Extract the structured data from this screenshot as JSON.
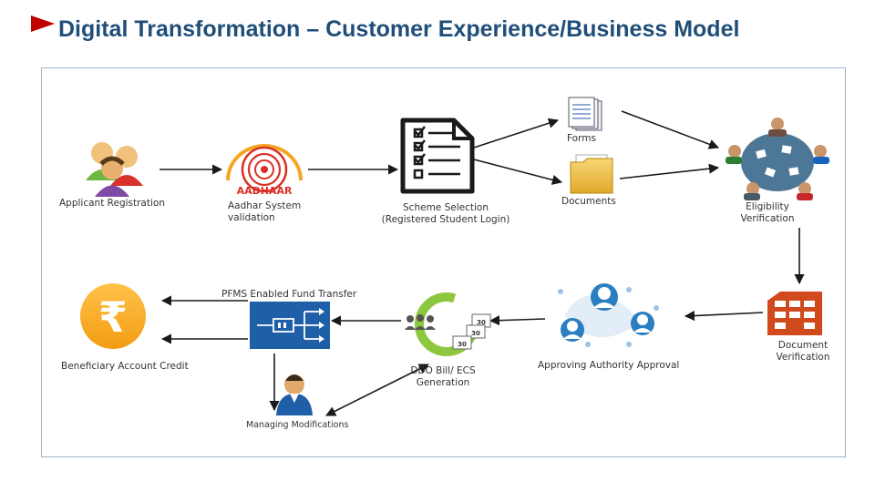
{
  "title": "Digital Transformation – Customer Experience/Business Model",
  "nodes": {
    "applicant": {
      "label": "Applicant Registration"
    },
    "aadhaar": {
      "logo_text": "AADHAAR",
      "lines": [
        "Aadhar System",
        "validation"
      ]
    },
    "scheme": {
      "lines": [
        "Scheme Selection",
        "(Registered Student  Login)"
      ]
    },
    "forms": {
      "label": "Forms"
    },
    "documents": {
      "label": "Documents"
    },
    "eligibility": {
      "lines": [
        "Eligibility",
        "Verification"
      ]
    },
    "doc_verification": {
      "lines": [
        "Document",
        "Verification"
      ]
    },
    "approving": {
      "label": "Approving Authority Approval"
    },
    "ddo": {
      "lines": [
        "DDO Bill/ ECS",
        "Generation"
      ]
    },
    "pfms": {
      "label": "PFMS Enabled  Fund Transfer"
    },
    "beneficiary": {
      "label": "Beneficiary  Account Credit",
      "symbol": "₹"
    },
    "modifications": {
      "label": "Managing Modifications"
    }
  },
  "calendar_numbers": [
    "30",
    "30",
    "30"
  ],
  "colors": {
    "title": "#1f4e79",
    "title_arrow": "#c00000",
    "arrow": "#1a1a1a",
    "rupee": "#f5a623",
    "building": "#d04a1e",
    "pfms": "#1f5fa8",
    "ddo_ring": "#8dc63f",
    "person": "#2b7fc1"
  }
}
